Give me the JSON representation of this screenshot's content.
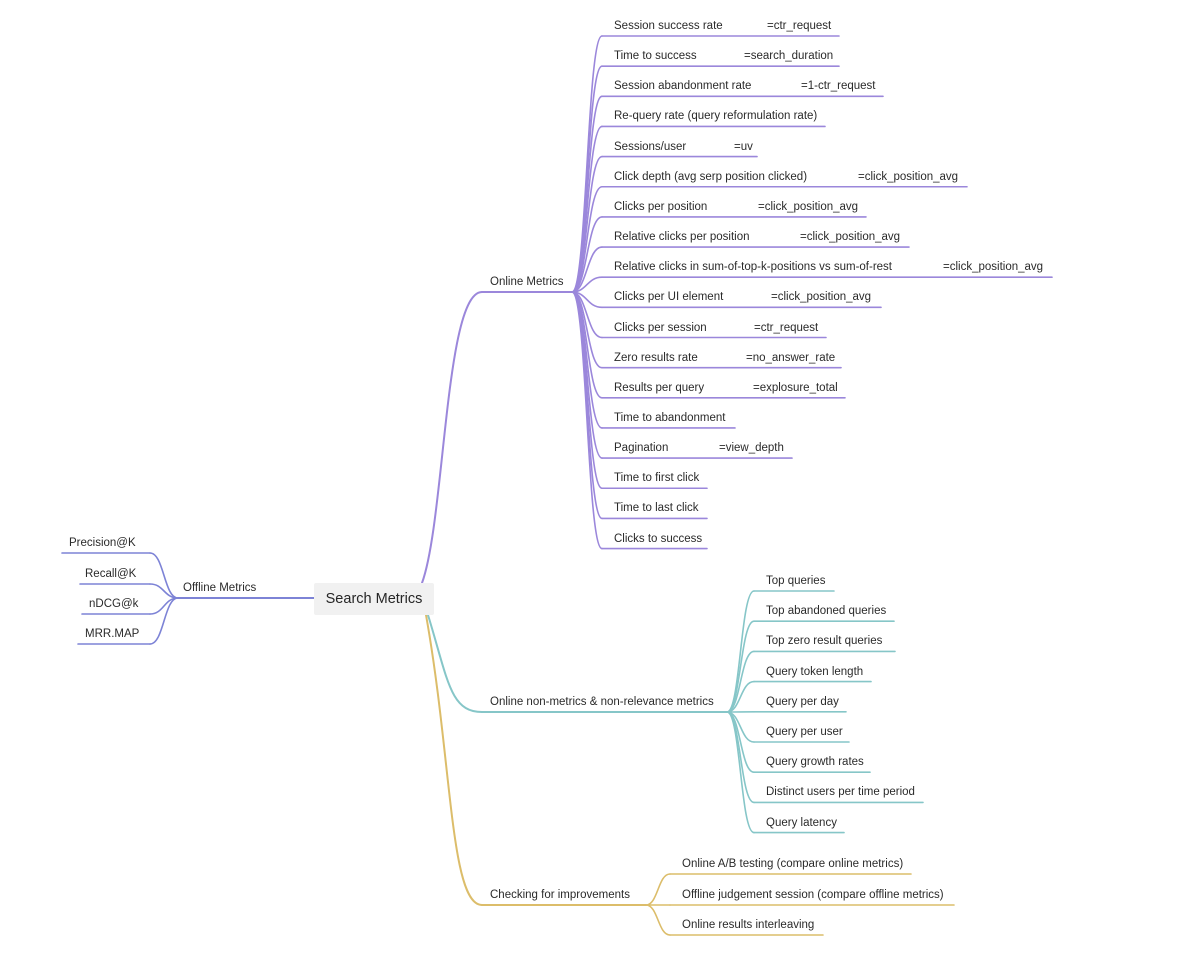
{
  "root": {
    "label": "Search Metrics"
  },
  "colors": {
    "online": "#9b87db",
    "offline": "#7d83d6",
    "nonmetrics": "#86c6c8",
    "improvements": "#dcbd6a"
  },
  "branches": {
    "online": {
      "label": "Online Metrics",
      "items": [
        {
          "label": "Session success rate",
          "formula": "=ctr_request"
        },
        {
          "label": "Time to success",
          "formula": "=search_duration"
        },
        {
          "label": "Session abandonment rate",
          "formula": "=1-ctr_request"
        },
        {
          "label": "Re-query rate (query reformulation rate)",
          "formula": ""
        },
        {
          "label": "Sessions/user",
          "formula": "=uv"
        },
        {
          "label": "Click depth (avg serp position clicked)",
          "formula": "=click_position_avg"
        },
        {
          "label": "Clicks per position",
          "formula": "=click_position_avg"
        },
        {
          "label": "Relative clicks per position",
          "formula": "=click_position_avg"
        },
        {
          "label": "Relative clicks in sum-of-top-k-positions vs sum-of-rest",
          "formula": "=click_position_avg"
        },
        {
          "label": "Clicks per UI element",
          "formula": "=click_position_avg"
        },
        {
          "label": "Clicks per session",
          "formula": "=ctr_request"
        },
        {
          "label": "Zero results rate",
          "formula": "=no_answer_rate"
        },
        {
          "label": "Results per query",
          "formula": "=explosure_total"
        },
        {
          "label": "Time to abandonment",
          "formula": ""
        },
        {
          "label": "Pagination",
          "formula": "=view_depth"
        },
        {
          "label": "Time to first click",
          "formula": ""
        },
        {
          "label": "Time to last click",
          "formula": ""
        },
        {
          "label": "Clicks to success",
          "formula": ""
        }
      ]
    },
    "offline": {
      "label": "Offline Metrics",
      "items": [
        {
          "label": "Precision@K"
        },
        {
          "label": "Recall@K"
        },
        {
          "label": "nDCG@k"
        },
        {
          "label": "MRR.MAP"
        }
      ]
    },
    "nonmetrics": {
      "label": "Online non-metrics & non-relevance metrics",
      "items": [
        {
          "label": "Top queries"
        },
        {
          "label": "Top abandoned queries"
        },
        {
          "label": "Top zero result queries"
        },
        {
          "label": "Query token length"
        },
        {
          "label": "Query per day"
        },
        {
          "label": "Query per user"
        },
        {
          "label": "Query growth rates"
        },
        {
          "label": "Distinct users per time period"
        },
        {
          "label": "Query latency"
        }
      ]
    },
    "improvements": {
      "label": "Checking for improvements",
      "items": [
        {
          "label": "Online A/B testing (compare online metrics)"
        },
        {
          "label": "Offline judgement session (compare offline metrics)"
        },
        {
          "label": "Online results interleaving"
        }
      ]
    }
  }
}
